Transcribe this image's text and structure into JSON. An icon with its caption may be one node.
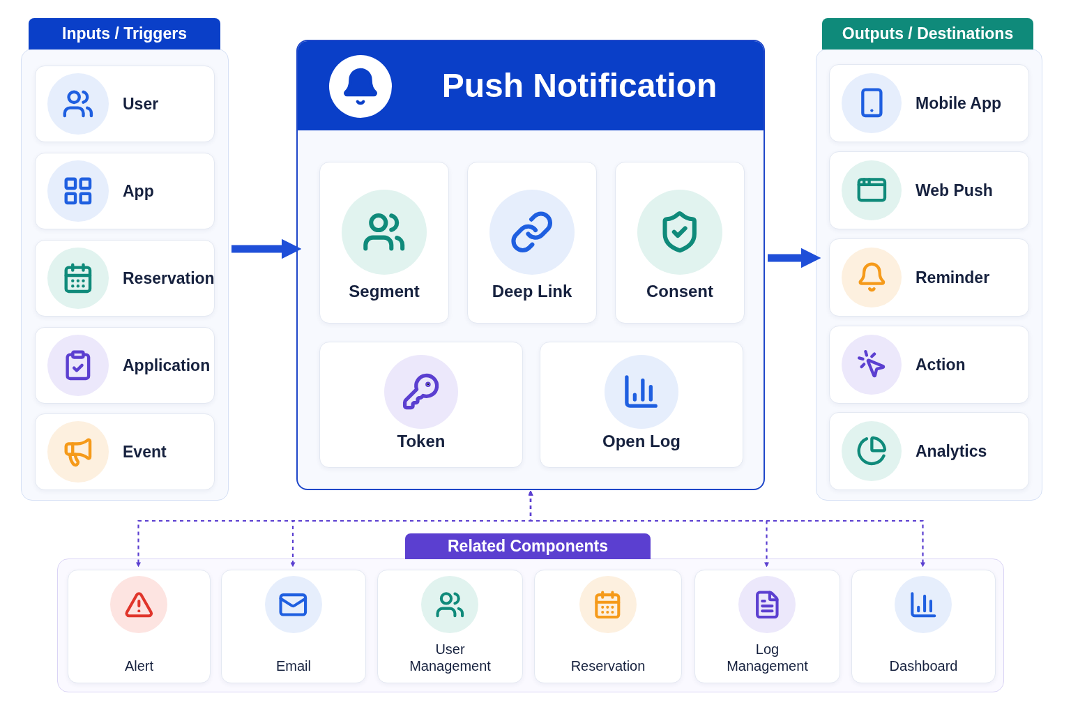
{
  "diagram": {
    "nodes": [
      {
        "text": [
          "Inputs / Triggers"
        ]
      },
      {
        "text": [
          "User"
        ],
        "in": 0
      },
      {
        "text": [
          "App"
        ],
        "in": 0
      },
      {
        "text": [
          "Reservation"
        ],
        "in": 0
      },
      {
        "text": [
          "Application"
        ],
        "in": 0
      },
      {
        "text": [
          "Event"
        ],
        "in": 0
      },
      {
        "text": [
          "Push Notification"
        ]
      },
      {
        "text": [
          "Segment"
        ],
        "in": 6
      },
      {
        "text": [
          "Deep Link"
        ],
        "in": 6
      },
      {
        "text": [
          "Consent"
        ],
        "in": 6
      },
      {
        "text": [
          "Token"
        ],
        "in": 6
      },
      {
        "text": [
          "Open Log"
        ],
        "in": 6
      },
      {
        "text": [
          "Outputs / Destinations"
        ]
      },
      {
        "text": [
          "Mobile App"
        ],
        "in": 12
      },
      {
        "text": [
          "Web Push"
        ],
        "in": 12
      },
      {
        "text": [
          "Reminder"
        ],
        "in": 12
      },
      {
        "text": [
          "Action"
        ],
        "in": 12
      },
      {
        "text": [
          "Analytics"
        ],
        "in": 12
      },
      {
        "text": [
          "Related Components"
        ]
      },
      {
        "text": [
          "Alert"
        ],
        "in": 18
      },
      {
        "text": [
          "Email"
        ],
        "in": 18
      },
      {
        "text": [
          "User Management"
        ],
        "in": 18
      },
      {
        "text": [
          "Reservation"
        ],
        "in": 18
      },
      {
        "text": [
          "Log Management"
        ],
        "in": 18
      },
      {
        "text": [
          "Dashboard"
        ],
        "in": 18
      }
    ],
    "edges": [
      {
        "from": 0,
        "to": 6,
        "arrow": "to",
        "style": "thick"
      },
      {
        "from": 6,
        "to": 12,
        "arrow": "to",
        "style": "thick"
      },
      {
        "from": 6,
        "to": 19,
        "arrow": "both",
        "style": "dashed",
        "color": "#5b3fd0"
      },
      {
        "from": 6,
        "to": 20,
        "arrow": "both",
        "style": "dashed",
        "color": "#5b3fd0"
      },
      {
        "from": 6,
        "to": 23,
        "arrow": "both",
        "style": "dashed",
        "color": "#5b3fd0"
      },
      {
        "from": 6,
        "to": 24,
        "arrow": "both",
        "style": "dashed",
        "color": "#5b3fd0"
      }
    ]
  }
}
